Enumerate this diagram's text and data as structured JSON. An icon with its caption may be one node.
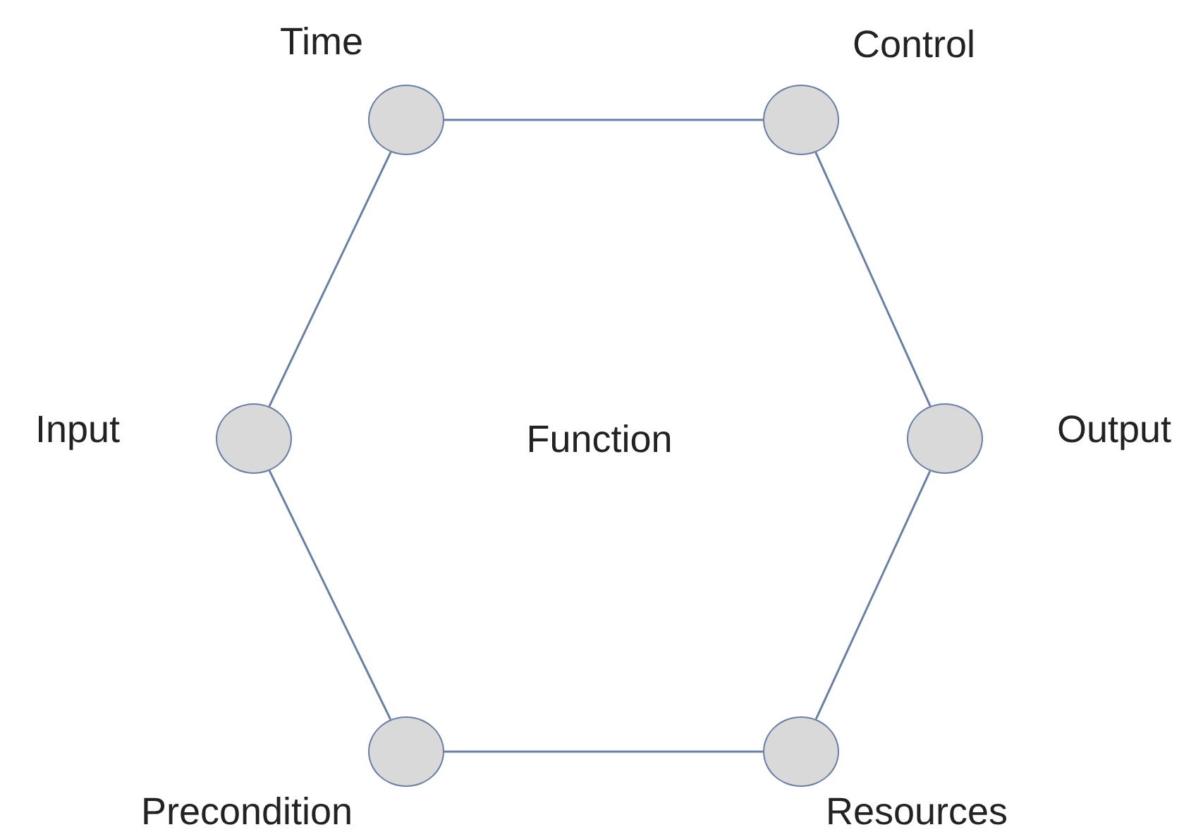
{
  "diagram": {
    "nodes": [
      {
        "text": [],
        "shape": "circle",
        "beside": [
          "Time"
        ]
      },
      {
        "text": [],
        "shape": "circle",
        "beside": [
          "Control"
        ]
      },
      {
        "text": [],
        "shape": "circle",
        "beside": [
          "Input"
        ]
      },
      {
        "text": [],
        "shape": "circle",
        "beside": [
          "Output"
        ]
      },
      {
        "text": [],
        "shape": "circle",
        "beside": [
          "Precondition"
        ]
      },
      {
        "text": [],
        "shape": "circle",
        "beside": [
          "Resources"
        ]
      }
    ],
    "edges": [
      {
        "from": 0,
        "to": 1,
        "arrow": "none"
      },
      {
        "from": 1,
        "to": 3,
        "arrow": "none"
      },
      {
        "from": 3,
        "to": 5,
        "arrow": "none"
      },
      {
        "from": 5,
        "to": 4,
        "arrow": "none"
      },
      {
        "from": 4,
        "to": 2,
        "arrow": "none"
      },
      {
        "from": 2,
        "to": 0,
        "arrow": "none"
      }
    ],
    "labels": [
      "Function"
    ]
  }
}
